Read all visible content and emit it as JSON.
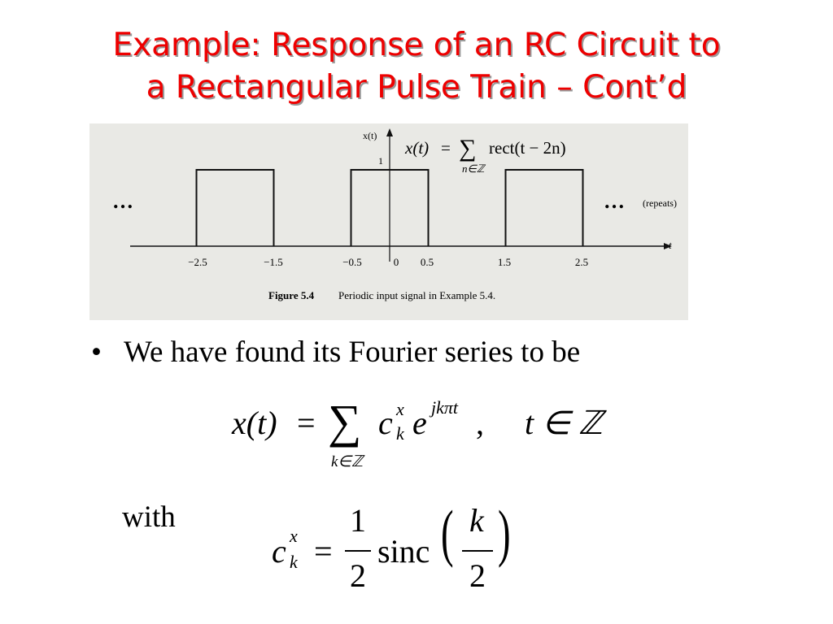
{
  "slide": {
    "title_line1": "Example: Response of an RC Circuit to",
    "title_line2": "a Rectangular Pulse Train – Cont’d",
    "title_color": "#ee0000"
  },
  "figure": {
    "formula_lhs": "x(t)",
    "formula_eq": "=",
    "formula_sum": "∑",
    "formula_rhs": "rect(t − 2n)",
    "formula_sub": "n∈ℤ",
    "ylabel": "x(t)",
    "xlabel": "t",
    "y_tick": "1",
    "x_ticks": [
      "−2.5",
      "−1.5",
      "−0.5",
      "0",
      "0.5",
      "1.5",
      "2.5"
    ],
    "ellipsis": "…",
    "repeats": "(repeats)",
    "caption_label": "Figure 5.4",
    "caption_text": "Periodic input signal in Example 5.4."
  },
  "body": {
    "bullet_symbol": "•",
    "bullet_text": "We have found its Fourier series to be",
    "with_text": "with"
  },
  "equation1": {
    "lhs": "x(t)",
    "eq": "=",
    "sum": "∑",
    "sum_sub": "k∈ℤ",
    "c": "c",
    "c_sup": "x",
    "c_sub": "k",
    "e": "e",
    "e_sup": "jkπt",
    "comma": ",",
    "domain": "t ∈ ℤ"
  },
  "equation2": {
    "c": "c",
    "c_sup": "x",
    "c_sub": "k",
    "eq": "=",
    "frac_num": "1",
    "frac_den": "2",
    "func": "sinc",
    "paren_open": "(",
    "paren_close": ")",
    "arg_num": "k",
    "arg_den": "2"
  }
}
